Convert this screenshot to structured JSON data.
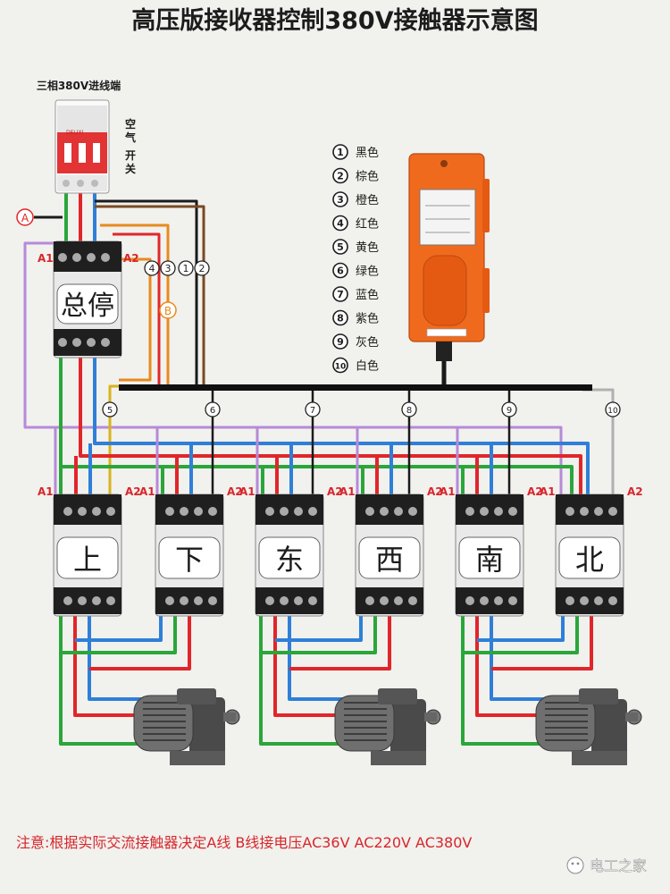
{
  "title": "高压版接收器控制380V接触器示意图",
  "input_label": "三相380V进线端",
  "breaker": {
    "brand": "DELIXI",
    "label": "空气开关"
  },
  "line_a_label": "A",
  "line_b_label": "B",
  "terminal_a1": "A1",
  "terminal_a2": "A2",
  "main_contactor_label": "总停",
  "main_wire_markers": [
    "4",
    "3",
    "1",
    "2"
  ],
  "contactors": [
    {
      "label": "上",
      "wire": "5"
    },
    {
      "label": "下",
      "wire": "6"
    },
    {
      "label": "东",
      "wire": "7"
    },
    {
      "label": "西",
      "wire": "8"
    },
    {
      "label": "南",
      "wire": "9"
    },
    {
      "label": "北",
      "wire": "10"
    }
  ],
  "legend": [
    {
      "num": "1",
      "color_name": "黑色"
    },
    {
      "num": "2",
      "color_name": "棕色"
    },
    {
      "num": "3",
      "color_name": "橙色"
    },
    {
      "num": "4",
      "color_name": "红色"
    },
    {
      "num": "5",
      "color_name": "黄色"
    },
    {
      "num": "6",
      "color_name": "绿色"
    },
    {
      "num": "7",
      "color_name": "蓝色"
    },
    {
      "num": "8",
      "color_name": "紫色"
    },
    {
      "num": "9",
      "color_name": "灰色"
    },
    {
      "num": "10",
      "color_name": "白色"
    }
  ],
  "note": "注意:根据实际交流接触器决定A线  B线接电压AC36V  AC220V  AC380V",
  "watermark": "电工之家",
  "colors": {
    "green": "#2aa63a",
    "red": "#e0262a",
    "blue": "#2f7fd8",
    "purple": "#b68ad8",
    "black": "#1a1a1a",
    "brown": "#7a4a22",
    "orange": "#e88a1e",
    "yellow": "#d9b21c",
    "gray": "#9a9a9a",
    "note_red": "#d8262a",
    "remote_orange": "#f06a1e"
  }
}
